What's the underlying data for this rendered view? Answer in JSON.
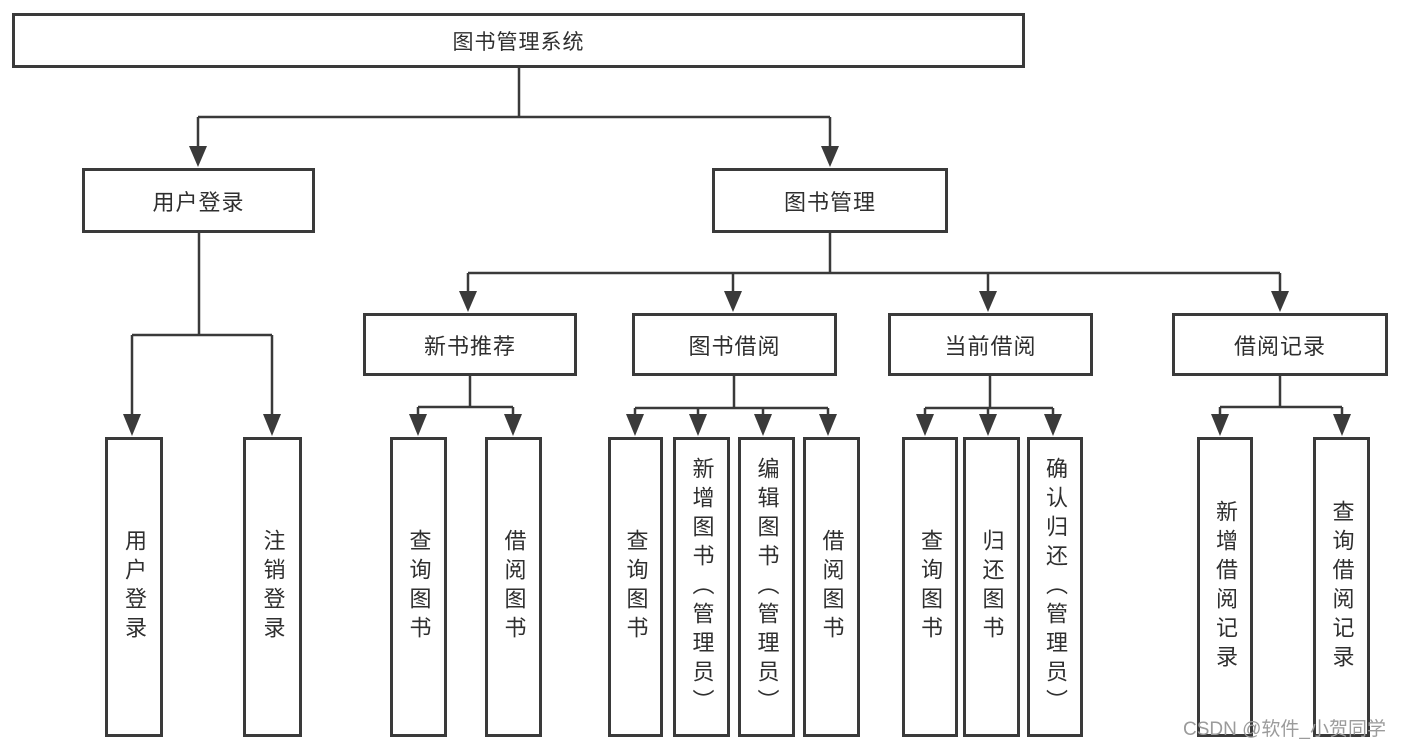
{
  "diagram": {
    "type": "hierarchy-tree",
    "title": "图书管理系统",
    "children": [
      {
        "label": "用户登录",
        "children": [
          {
            "label": "用户登录"
          },
          {
            "label": "注销登录"
          }
        ]
      },
      {
        "label": "图书管理",
        "children": [
          {
            "label": "新书推荐",
            "children": [
              {
                "label": "查询图书"
              },
              {
                "label": "借阅图书"
              }
            ]
          },
          {
            "label": "图书借阅",
            "children": [
              {
                "label": "查询图书"
              },
              {
                "label": "新增图书（管理员）"
              },
              {
                "label": "编辑图书（管理员）"
              },
              {
                "label": "借阅图书"
              }
            ]
          },
          {
            "label": "当前借阅",
            "children": [
              {
                "label": "查询图书"
              },
              {
                "label": "归还图书"
              },
              {
                "label": "确认归还（管理员）"
              }
            ]
          },
          {
            "label": "借阅记录",
            "children": [
              {
                "label": "新增借阅记录"
              },
              {
                "label": "查询借阅记录"
              }
            ]
          }
        ]
      }
    ]
  },
  "watermark": {
    "text": "CSDN @软件_小贺同学"
  },
  "colors": {
    "background": "#ffffff",
    "box_border": "#3a3a3a",
    "connector_line": "#3a3a3a",
    "text": "#2f2f2f",
    "watermark_text": "#9b9b9b"
  }
}
